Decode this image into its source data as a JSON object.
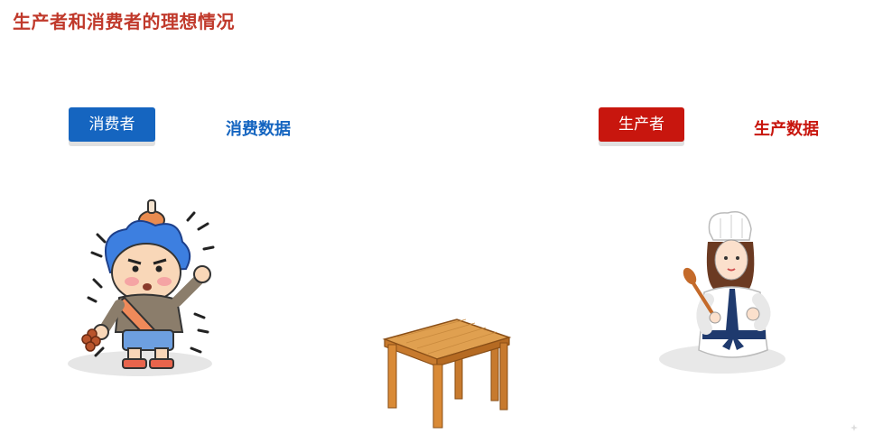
{
  "title": "生产者和消费者的理想情况",
  "consumer": {
    "button_label": "消费者",
    "data_label": "消费数据"
  },
  "producer": {
    "button_label": "生产者",
    "data_label": "生产数据"
  },
  "colors": {
    "title": "#c0392b",
    "consumer_blue": "#1565c0",
    "producer_red": "#c8160e",
    "table_wood": "#d9913f"
  },
  "illustrations": {
    "consumer": "foodie-cartoon-illustration",
    "table": "wooden-table-illustration",
    "producer": "chef-illustration"
  }
}
